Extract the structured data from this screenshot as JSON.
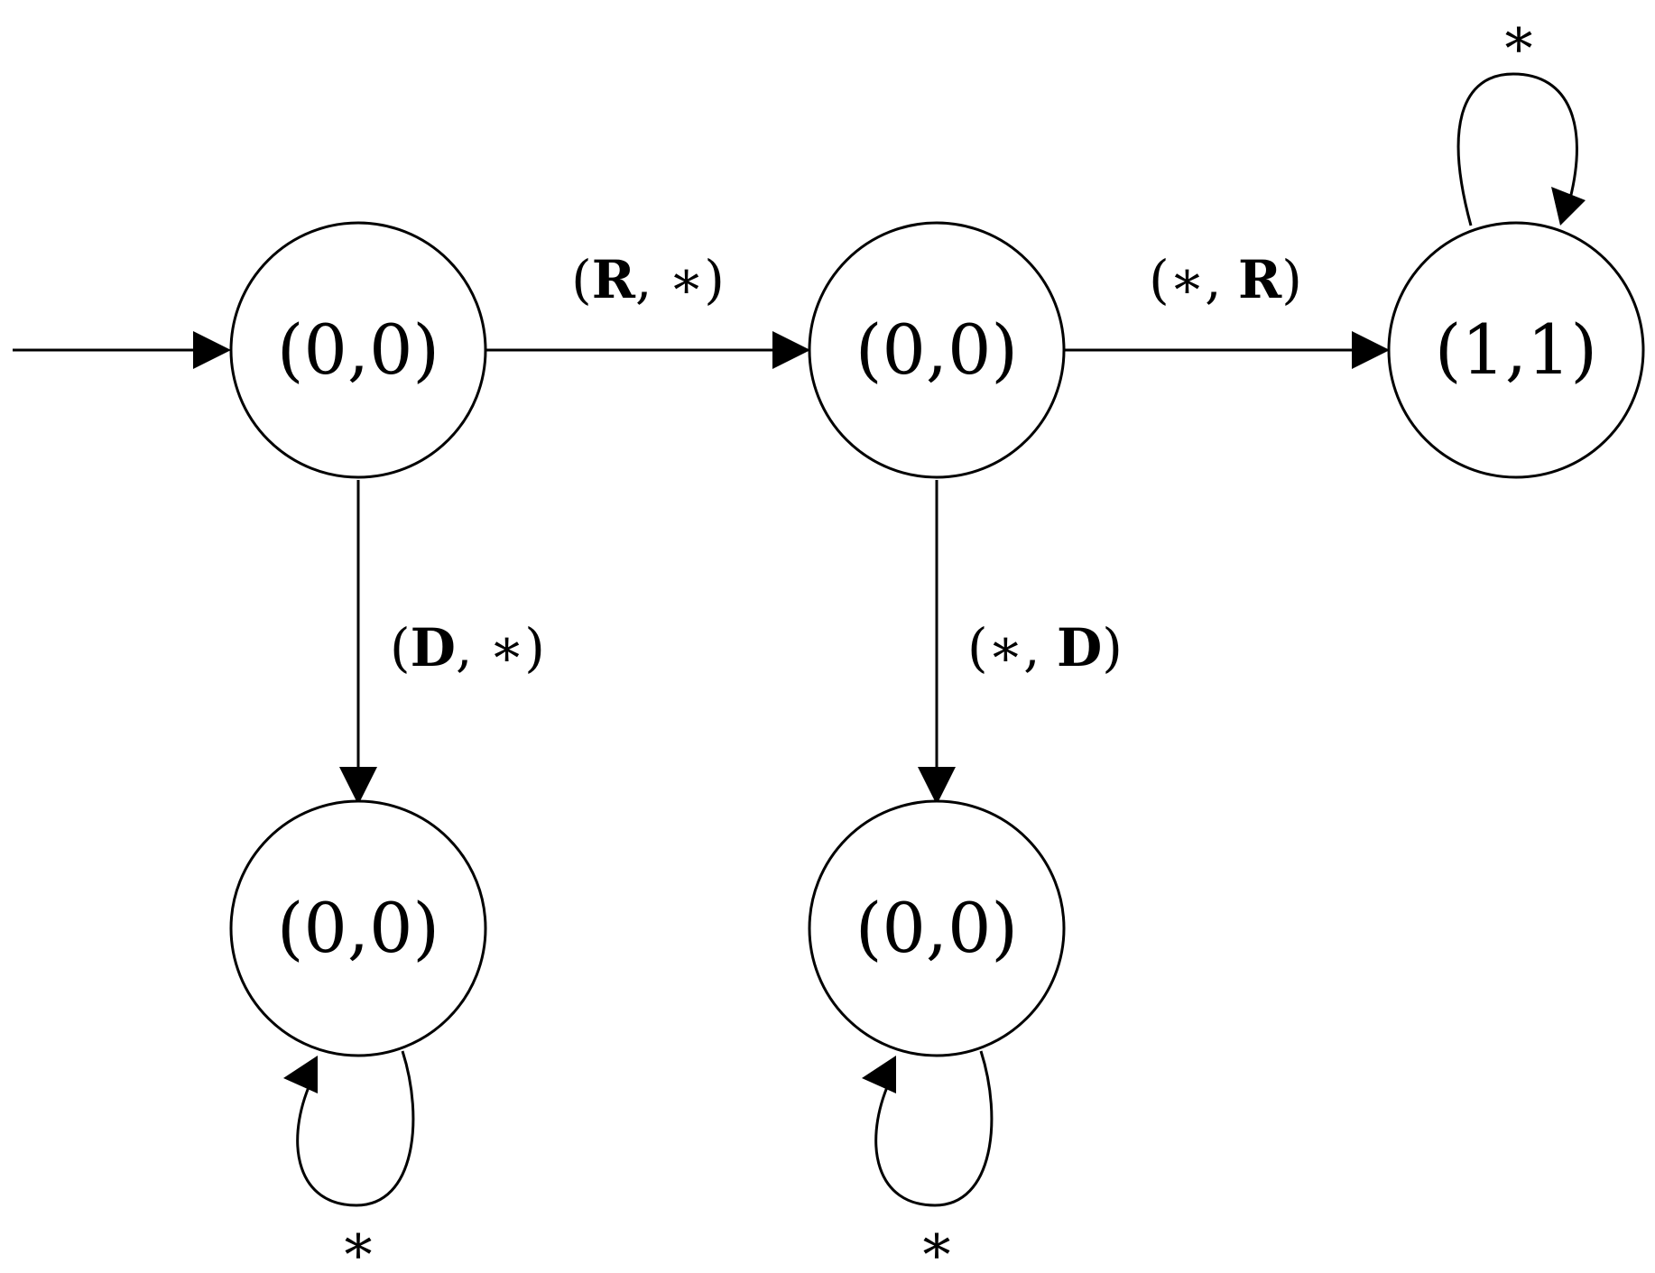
{
  "diagram": {
    "states": {
      "start": "(0,0)",
      "middle": "(0,0)",
      "accept": "(1,1)",
      "sink_left": "(0,0)",
      "sink_right": "(0,0)"
    },
    "edges": {
      "start_to_middle": {
        "open": "(",
        "letter": "R",
        "sep": ", ",
        "other": "∗",
        "close": ")"
      },
      "middle_to_accept": {
        "open": "(",
        "other": "∗",
        "sep": ", ",
        "letter": "R",
        "close": ")"
      },
      "start_to_sink": {
        "open": "(",
        "letter": "D",
        "sep": ", ",
        "other": "∗",
        "close": ")"
      },
      "middle_to_sink": {
        "open": "(",
        "other": "∗",
        "sep": ", ",
        "letter": "D",
        "close": ")"
      }
    },
    "loops": {
      "accept": "∗",
      "sink_left": "∗",
      "sink_right": "∗"
    }
  }
}
